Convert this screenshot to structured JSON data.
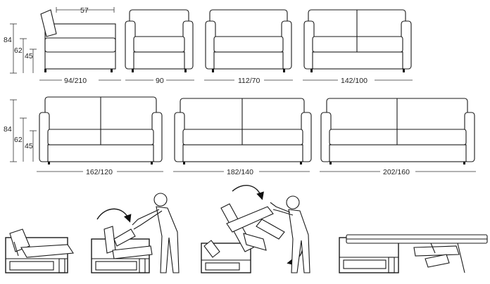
{
  "dimensions": {
    "depth_top": "57",
    "heights_row1": [
      "84",
      "62",
      "45"
    ],
    "heights_row2": [
      "84",
      "62",
      "45"
    ],
    "row1_widths": [
      "94/210",
      "90",
      "112/70",
      "142/100"
    ],
    "row2_widths": [
      "162/120",
      "182/140",
      "202/160"
    ]
  },
  "icons": {
    "side": "sofa-side-view-icon",
    "armchair": "armchair-front-icon",
    "sofa": "sofa-front-icon",
    "person": "person-icon",
    "arrow": "curved-arrow-icon"
  }
}
